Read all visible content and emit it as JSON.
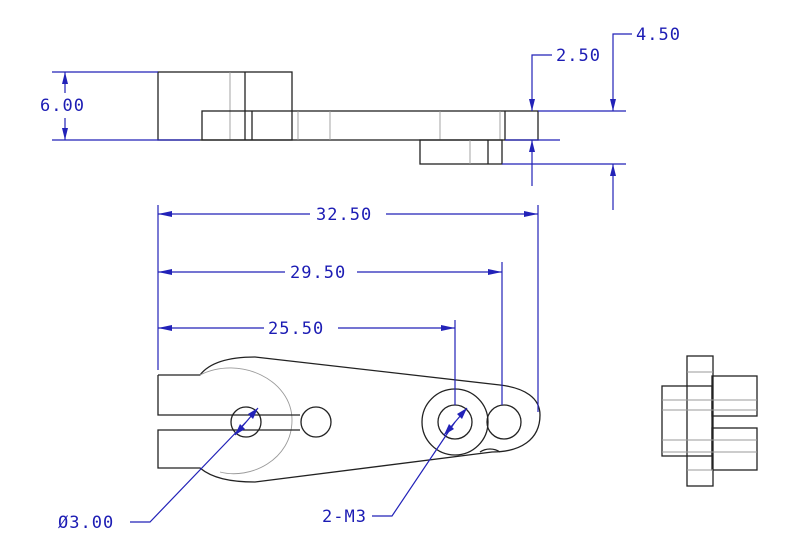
{
  "drawing": {
    "type": "engineering-drawing",
    "dimensions": {
      "height_6": "6.00",
      "offset_2_5": "2.50",
      "offset_4_5": "4.50",
      "length_32_5": "32.50",
      "length_29_5": "29.50",
      "length_25_5": "25.50",
      "hole_diameter": "Ø3.00",
      "screw_holes": "2-M3"
    },
    "colors": {
      "dimension": "#2222b8",
      "outline": "#222222",
      "hidden": "#9a9a9a",
      "background": "#ffffff"
    }
  }
}
